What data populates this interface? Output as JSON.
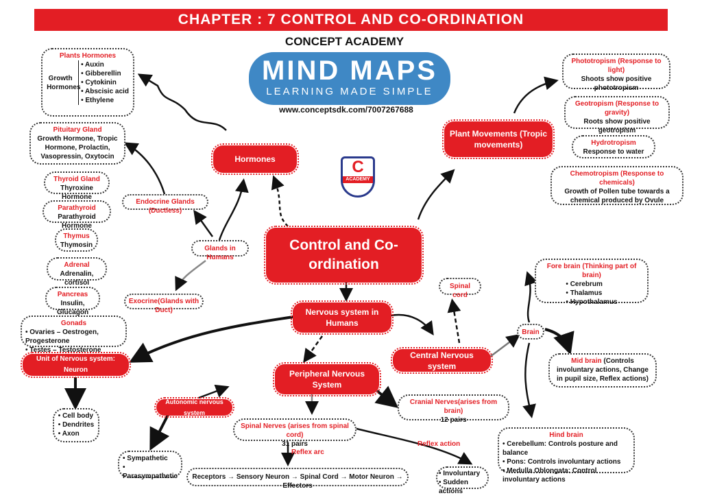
{
  "header": {
    "title": "CHAPTER : 7 CONTROL AND CO-ORDINATION"
  },
  "brand": {
    "name": "CONCEPT ACADEMY",
    "badge_big": "MIND MAPS",
    "badge_small": "LEARNING MADE SIMPLE",
    "url": "www.conceptsdk.com/7007267688",
    "logo_letter": "C",
    "logo_text": "ACADEMY"
  },
  "center": "Control and Co- ordination",
  "hormones": {
    "label": "Hormones",
    "plants": {
      "title": "Plants Hormones",
      "group": "Growth Hormones",
      "items": [
        "Auxin",
        "Gibberellin",
        "Cytokinin",
        "Abscisic acid",
        "Ethylene"
      ]
    },
    "glands_in_humans": "Glands in Humans",
    "endocrine": "Endocrine Glands (Ductless)",
    "exocrine": "Exocrine(Glands with Duct)",
    "pituitary": {
      "title": "Pituitary Gland",
      "text": "Growth Hormone, Tropic Hormone, Prolactin, Vasopressin, Oxytocin"
    },
    "thyroid": {
      "title": "Thyroid Gland",
      "text": "Thyroxine Hormone"
    },
    "parathyroid": {
      "title": "Parathyroid",
      "text": "Parathyroid Hormone"
    },
    "thymus": {
      "title": "Thymus",
      "text": "Thymosin"
    },
    "adrenal": {
      "title": "Adrenal",
      "text": "Adrenalin, cortisol"
    },
    "pancreas": {
      "title": "Pancreas",
      "text": "Insulin, Glucagon"
    },
    "gonads": {
      "title": "Gonads",
      "items": [
        "Ovaries – Oestrogen, Progesterone",
        "Testes – Testosterone"
      ]
    }
  },
  "plant_movements": {
    "label": "Plant Movements (Tropic movements)",
    "phototropism": {
      "title": "Phototropism (Response to light)",
      "text": "Shoots show positive phototropism"
    },
    "geotropism": {
      "title": "Geotropism (Response to gravity)",
      "text": "Roots show positive geotropism"
    },
    "hydrotropism": {
      "title": "Hydrotropism",
      "text": "Response to water"
    },
    "chemotropism": {
      "title": "Chemotropism (Response to chemicals)",
      "text": "Growth of Pollen tube towards a chemical produced by Ovule"
    }
  },
  "nervous": {
    "label": "Nervous system in Humans",
    "neuron": {
      "label": "Unit of Nervous system: Neuron",
      "items": [
        "Cell body",
        "Dendrites",
        "Axon"
      ]
    },
    "cns": "Central Nervous system",
    "spinal_cord": "Spinal cord",
    "brain": "Brain",
    "fore": {
      "title": "Fore brain (Thinking part of brain)",
      "items": [
        "Cerebrum",
        "Thalamus",
        "Hypothalamus"
      ]
    },
    "mid": {
      "title": "Mid brain",
      "text": "(Controls involuntary actions, Change in pupil size, Reflex actions)"
    },
    "hind": {
      "title": "Hind brain",
      "items": [
        "Cerebellum: Controls posture and balance",
        "Pons: Controls involuntary actions",
        "Medulla Oblongata: Control involuntary actions"
      ]
    },
    "pns": "Peripheral Nervous System",
    "cranial": {
      "title": "Cranial Nerves(arises from brain)",
      "text": "12 pairs"
    },
    "spinal": {
      "title": "Spinal Nerves (arises from spinal cord)",
      "text": "31 pairs"
    },
    "autonomic": {
      "label": "Autonomic nervous system",
      "items": [
        "Sympathetic",
        "Parasympathetic"
      ]
    },
    "reflex_arc": {
      "label": "Reflex arc",
      "chain": "Receptors → Sensory Neuron → Spinal Cord → Motor Neuron → Effectors"
    },
    "reflex_action": {
      "label": "Reflex action",
      "items": [
        "Involuntary",
        "Sudden actions"
      ]
    }
  }
}
